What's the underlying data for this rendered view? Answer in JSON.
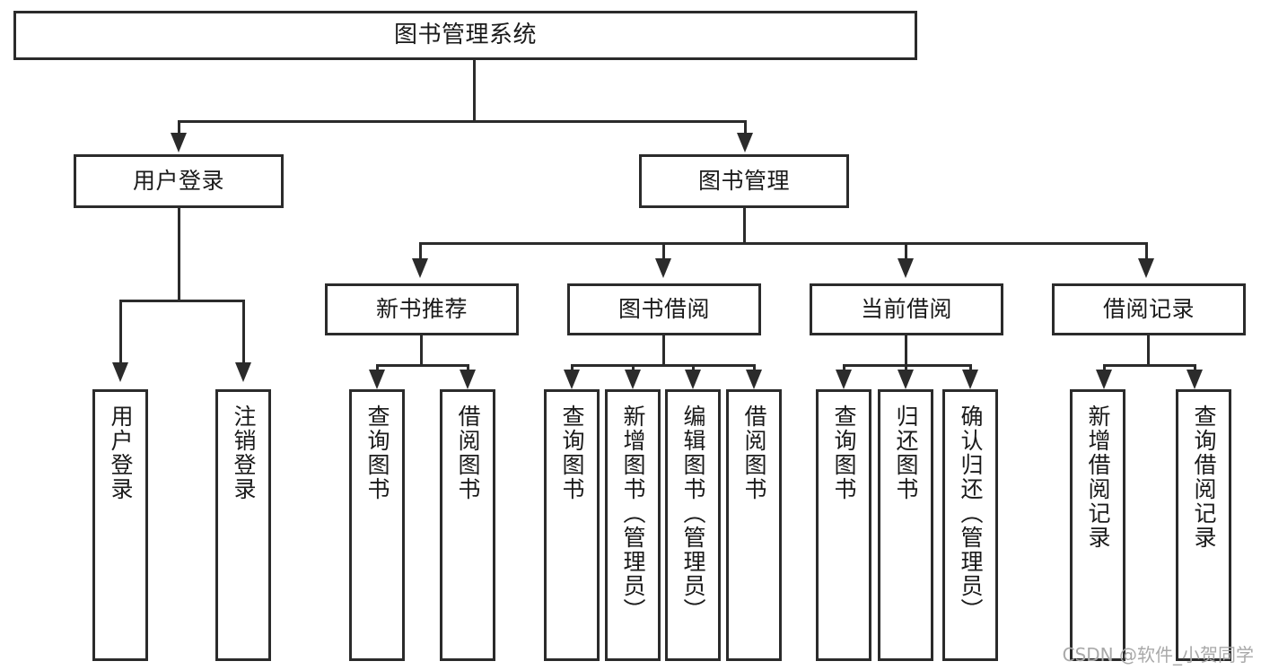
{
  "diagram": {
    "title": "图书管理系统",
    "type": "tree",
    "watermark": "CSDN @软件_小贺同学",
    "colors": {
      "box_border": "#2b2b2b",
      "box_fill": "#ffffff",
      "line": "#2b2b2b",
      "text": "#1a1a1a",
      "watermark": "#a9a9a9"
    },
    "root": {
      "label": "图书管理系统"
    },
    "level2": [
      {
        "label": "用户登录"
      },
      {
        "label": "图书管理"
      }
    ],
    "level3": [
      {
        "label": "新书推荐"
      },
      {
        "label": "图书借阅"
      },
      {
        "label": "当前借阅"
      },
      {
        "label": "借阅记录"
      }
    ],
    "leaves": {
      "user_login": [
        {
          "label": "用户登录"
        },
        {
          "label": "注销登录"
        }
      ],
      "new_book_recommend": [
        {
          "label": "查询图书"
        },
        {
          "label": "借阅图书"
        }
      ],
      "book_borrow": [
        {
          "label": "查询图书"
        },
        {
          "label": "新增图书（管理员）"
        },
        {
          "label": "编辑图书（管理员）"
        },
        {
          "label": "借阅图书"
        }
      ],
      "current_borrow": [
        {
          "label": "查询图书"
        },
        {
          "label": "归还图书"
        },
        {
          "label": "确认归还（管理员）"
        }
      ],
      "borrow_record": [
        {
          "label": "新增借阅记录"
        },
        {
          "label": "查询借阅记录"
        }
      ]
    }
  }
}
